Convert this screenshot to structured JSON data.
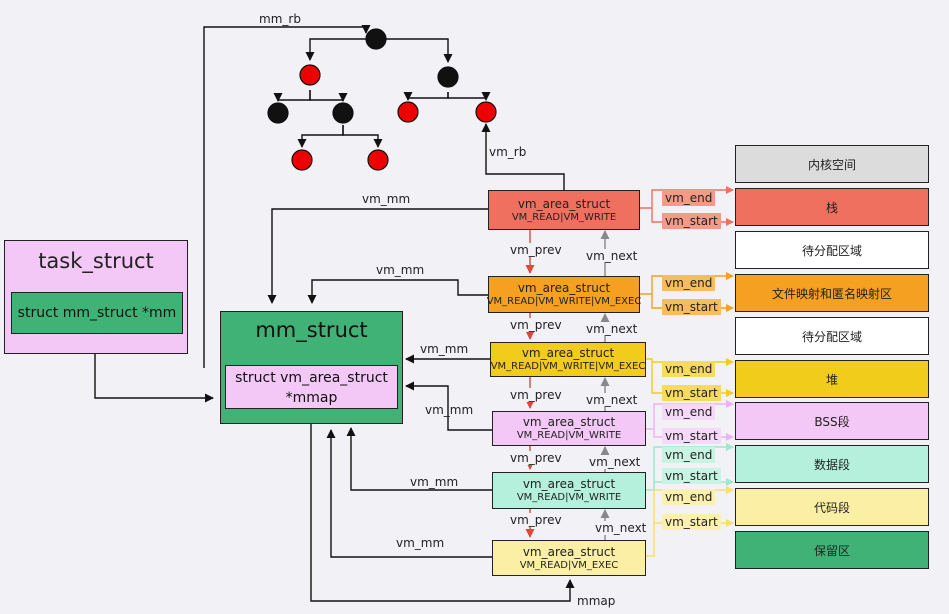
{
  "task_struct": {
    "title": "task_struct",
    "field": "struct mm_struct *mm"
  },
  "mm_struct": {
    "title": "mm_struct",
    "field_line1": "struct vm_area_struct",
    "field_line2": "*mmap"
  },
  "vmas": [
    {
      "name": "vm_area_struct",
      "flags": "VM_READ|VM_WRITE",
      "color": "#f07060"
    },
    {
      "name": "vm_area_struct",
      "flags": "VM_READ|VM_WRITE|VM_EXEC",
      "color": "#f5a020"
    },
    {
      "name": "vm_area_struct",
      "flags": "VM_READ|VM_WRITE|VM_EXEC",
      "color": "#f2cc1a"
    },
    {
      "name": "vm_area_struct",
      "flags": "VM_READ|VM_WRITE",
      "color": "#f3c8f6"
    },
    {
      "name": "vm_area_struct",
      "flags": "VM_READ|VM_WRITE",
      "color": "#b4f0dc"
    },
    {
      "name": "vm_area_struct",
      "flags": "VM_READ|VM_EXEC",
      "color": "#fbefa6"
    }
  ],
  "segments": [
    {
      "label": "内核空间",
      "color": "#dcdcdc"
    },
    {
      "label": "栈",
      "color": "#f07060"
    },
    {
      "label": "待分配区域",
      "color": "#ffffff"
    },
    {
      "label": "文件映射和匿名映射区",
      "color": "#f5a020"
    },
    {
      "label": "待分配区域",
      "color": "#ffffff"
    },
    {
      "label": "堆",
      "color": "#f2cc1a"
    },
    {
      "label": "BSS段",
      "color": "#f3c8f6"
    },
    {
      "label": "数据段",
      "color": "#b4f0dc"
    },
    {
      "label": "代码段",
      "color": "#fbefa6"
    },
    {
      "label": "保留区",
      "color": "#41b276"
    }
  ],
  "labels": {
    "mm_rb": "mm_rb",
    "vm_rb": "vm_rb",
    "vm_mm": "vm_mm",
    "vm_prev": "vm_prev",
    "vm_next": "vm_next",
    "vm_end": "vm_end",
    "vm_start": "vm_start",
    "mmap": "mmap"
  },
  "colors": {
    "task_struct_bg": "#f3c8f6",
    "mm_struct_bg": "#41b276",
    "rb_red": "#ee0000",
    "rb_black": "#111111",
    "prev_arrow": "#d94a3a",
    "next_arrow": "#888888"
  }
}
